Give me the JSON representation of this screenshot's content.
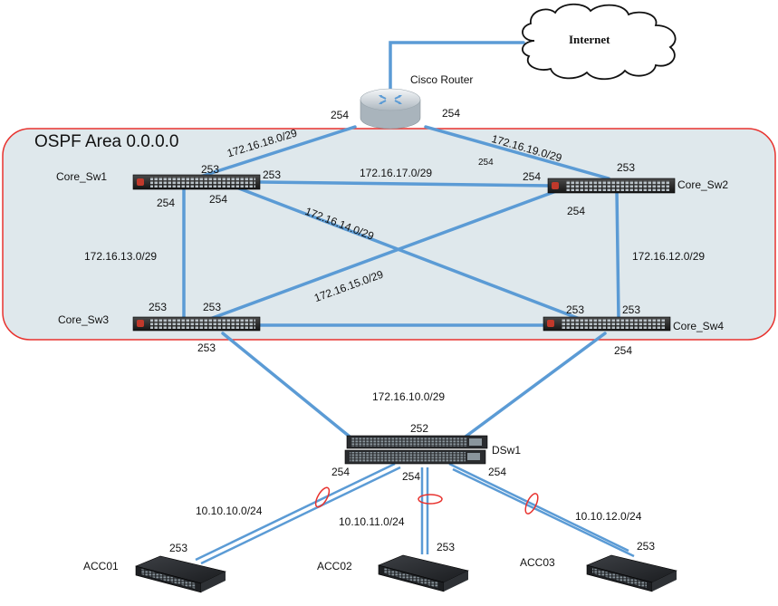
{
  "area": {
    "title": "OSPF Area 0.0.0.0"
  },
  "internet": {
    "label": "Internet"
  },
  "router": {
    "label": "Cisco Router",
    "port_left": "254",
    "port_right": "254"
  },
  "core_sw1": {
    "label": "Core_Sw1",
    "port_top": "253",
    "port_right": "253",
    "port_bottom_left": "254",
    "port_bottom_right": "254"
  },
  "core_sw2": {
    "label": "Core_Sw2",
    "port_top": "253",
    "port_left": "254",
    "port_bottom": "254",
    "port_mid": "254"
  },
  "core_sw3": {
    "label": "Core_Sw3",
    "port_left": "253",
    "port_right": "253",
    "port_bottom": "253"
  },
  "core_sw4": {
    "label": "Core_Sw4",
    "port_left": "253",
    "port_right": "253",
    "port_bottom": "254"
  },
  "dsw1": {
    "label": "DSw1",
    "port_top": "252",
    "port_left": "254",
    "port_mid": "254",
    "port_right": "254"
  },
  "acc01": {
    "label": "ACC01",
    "port": "253"
  },
  "acc02": {
    "label": "ACC02",
    "port": "253"
  },
  "acc03": {
    "label": "ACC03",
    "port": "253"
  },
  "subnets": {
    "router_sw1": "172.16.18.0/29",
    "router_sw2": "172.16.19.0/29",
    "sw1_sw2": "172.16.17.0/29",
    "sw1_sw4": "172.16.14.0/29",
    "sw2_sw3": "172.16.15.0/29",
    "sw1_sw3": "172.16.13.0/29",
    "sw2_sw4": "172.16.12.0/29",
    "dsw_core": "172.16.10.0/29",
    "dsw_acc01": "10.10.10.0/24",
    "dsw_acc02": "10.10.11.0/24",
    "dsw_acc03": "10.10.12.0/24"
  },
  "colors": {
    "link": "#5b9bd5",
    "area_fill": "#dfe8ec",
    "area_border": "#e8322e",
    "lag_ring": "#e8322e"
  }
}
